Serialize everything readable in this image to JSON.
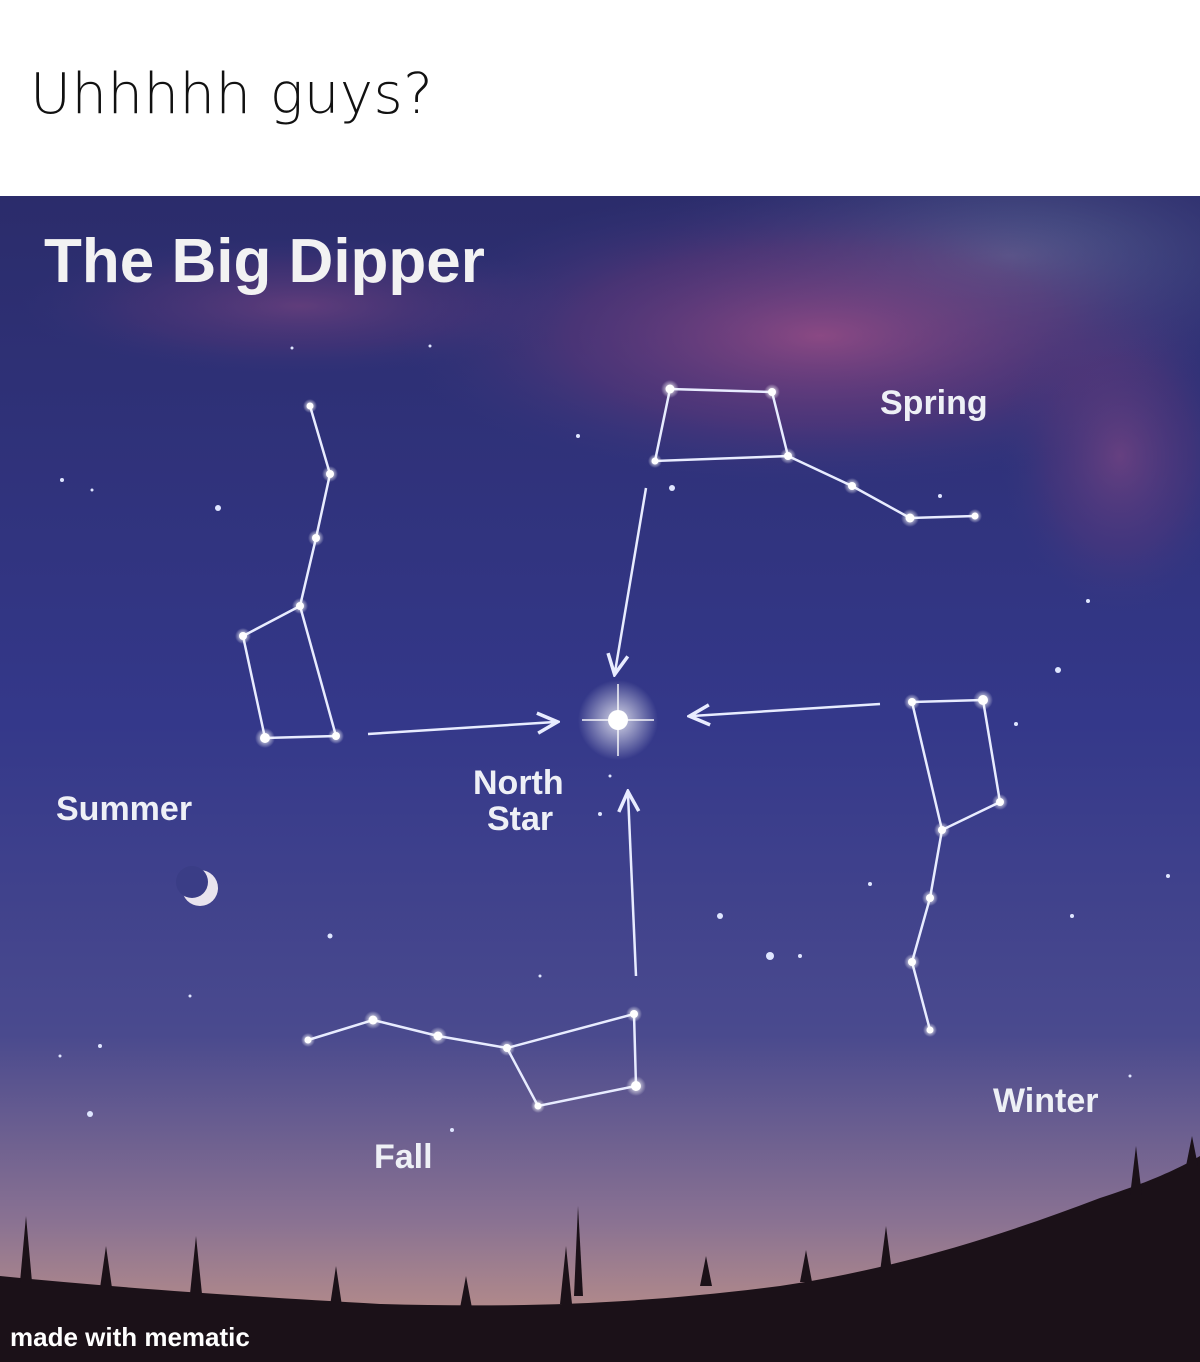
{
  "meme": {
    "caption": "Uhhhhh guys?",
    "watermark": "made with mematic"
  },
  "diagram": {
    "title": "The Big Dipper",
    "center_label_line1": "North",
    "center_label_line2": "Star",
    "seasons": {
      "spring": "Spring",
      "summer": "Summer",
      "fall": "Fall",
      "winter": "Winter"
    }
  },
  "colors": {
    "sky_top": "#2a2f6e",
    "sky_mid": "#3a3f8a",
    "sky_bottom": "#b88a90",
    "nebula": "#8a3f78",
    "line": "#e8ecff",
    "ground": "#1a0f14"
  }
}
